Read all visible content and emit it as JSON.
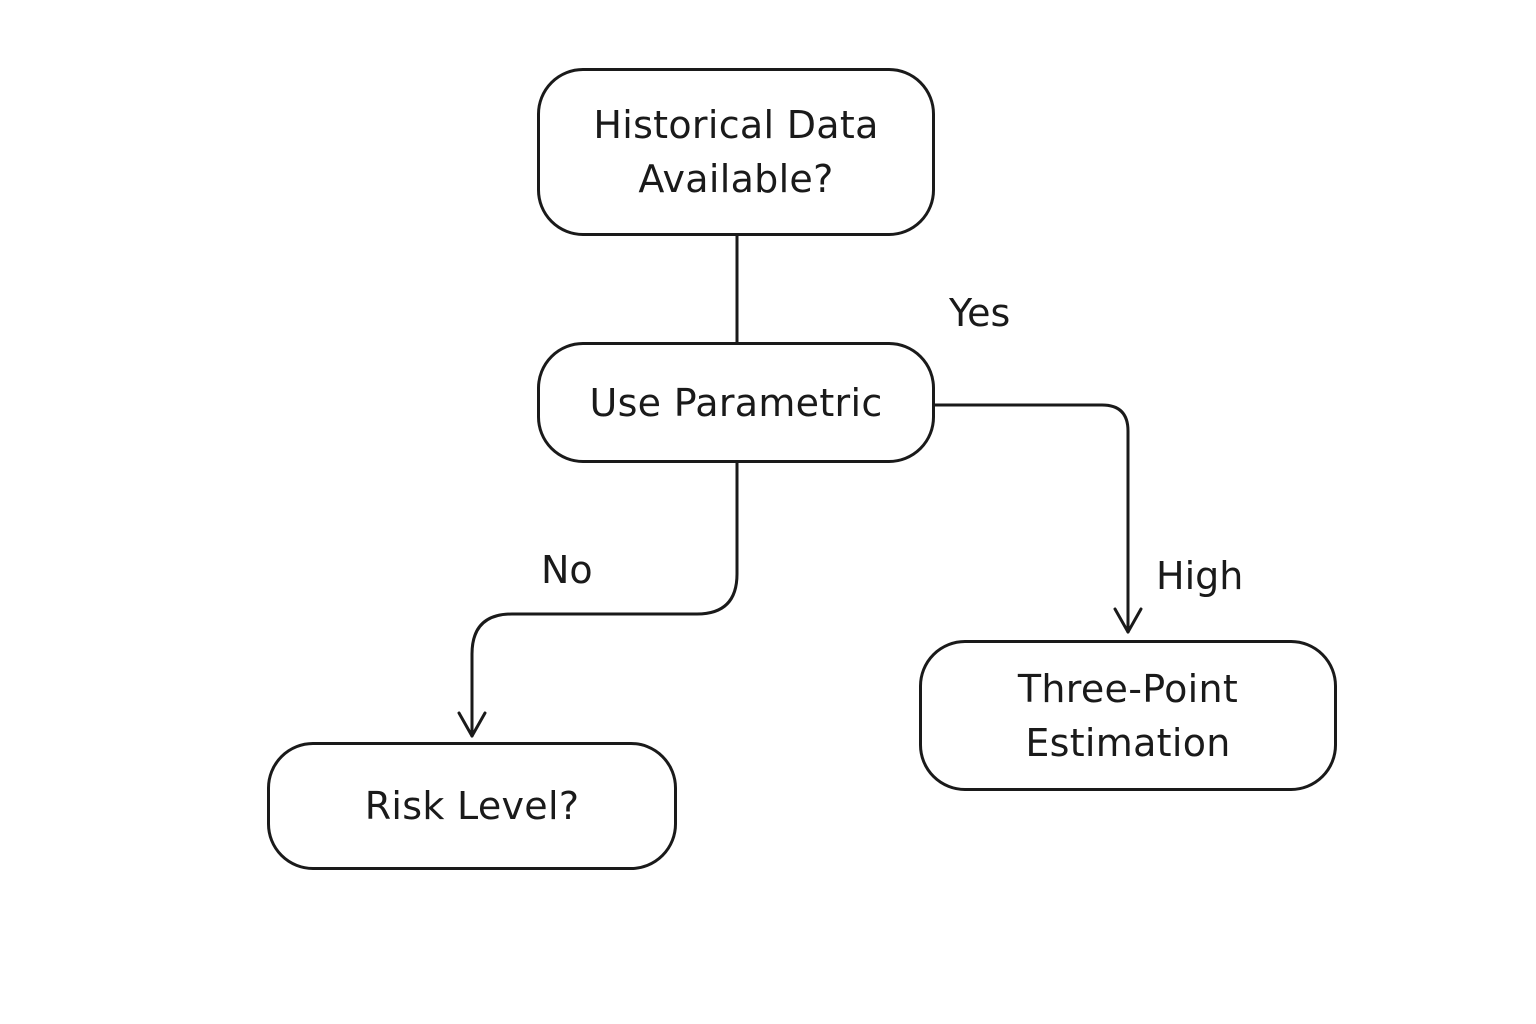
{
  "diagram": {
    "nodes": {
      "historical": {
        "line1": "Historical Data",
        "line2": "Available?"
      },
      "parametric": {
        "label": "Use Parametric"
      },
      "risk": {
        "label": "Risk Level?"
      },
      "threepoint": {
        "line1": "Three-Point",
        "line2": "Estimation"
      }
    },
    "edge_labels": {
      "yes": "Yes",
      "no": "No",
      "high": "High"
    }
  }
}
